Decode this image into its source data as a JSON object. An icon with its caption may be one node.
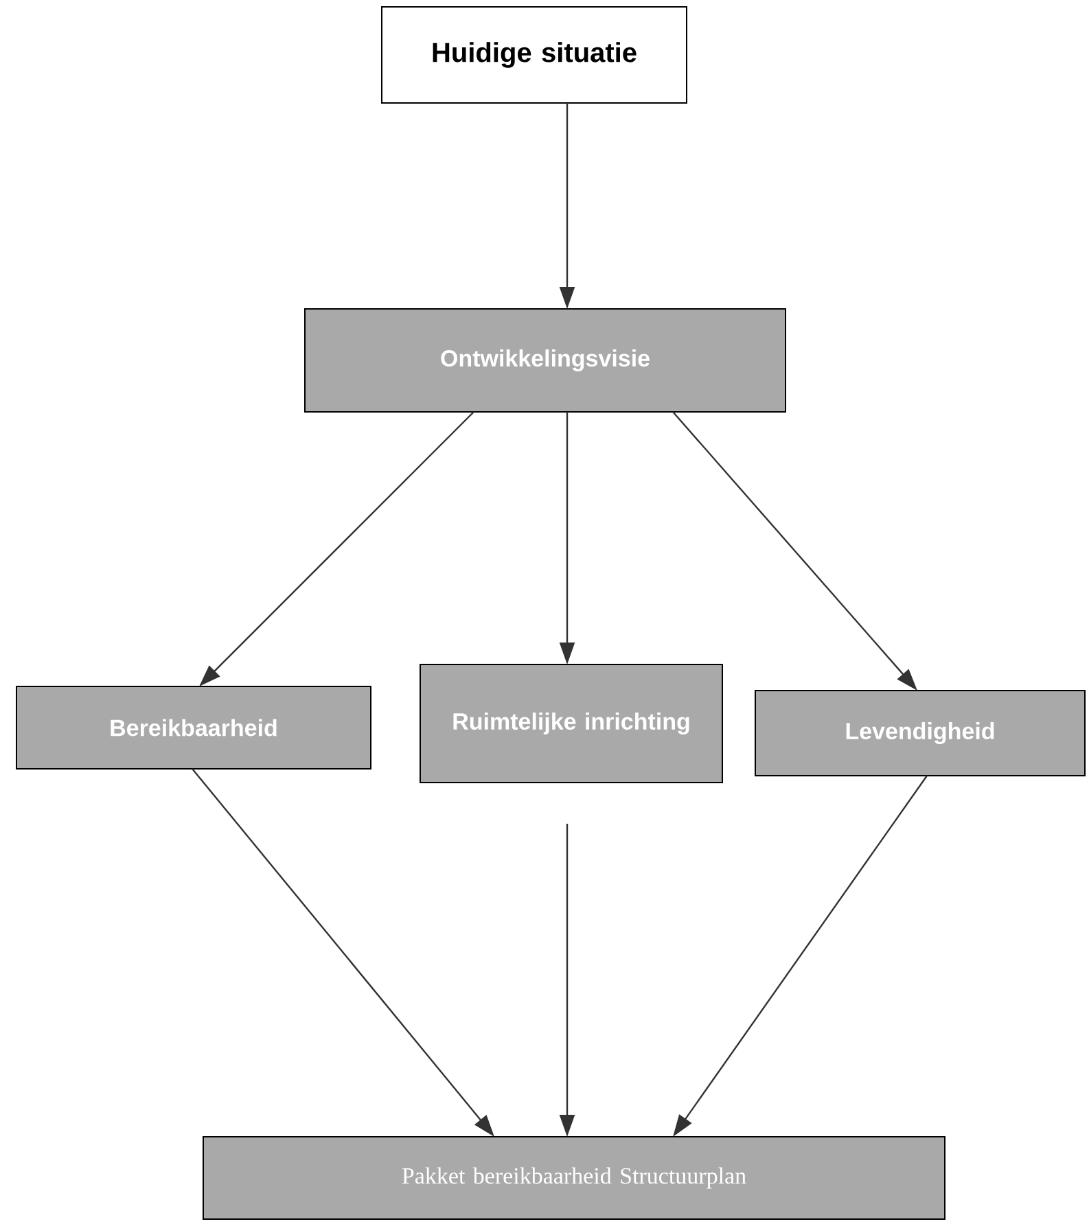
{
  "diagram": {
    "nodes": [
      {
        "text": [
          "Huidige situatie"
        ]
      },
      {
        "text": [
          "Ontwikkelingsvisie"
        ]
      },
      {
        "text": [
          "Bereikbaarheid"
        ]
      },
      {
        "text": [
          "Ruimtelijke inrichting"
        ]
      },
      {
        "text": [
          "Levendigheid"
        ]
      },
      {
        "text": [
          "Pakket bereikbaarheid Structuurplan"
        ]
      }
    ],
    "edges": [
      {
        "from": 0,
        "to": 1,
        "arrow": "to"
      },
      {
        "from": 1,
        "to": 2,
        "arrow": "to"
      },
      {
        "from": 1,
        "to": 3,
        "arrow": "to"
      },
      {
        "from": 1,
        "to": 4,
        "arrow": "to"
      },
      {
        "from": 2,
        "to": 5,
        "arrow": "to"
      },
      {
        "from": 3,
        "to": 5,
        "arrow": "to"
      },
      {
        "from": 4,
        "to": 5,
        "arrow": "to"
      }
    ]
  }
}
